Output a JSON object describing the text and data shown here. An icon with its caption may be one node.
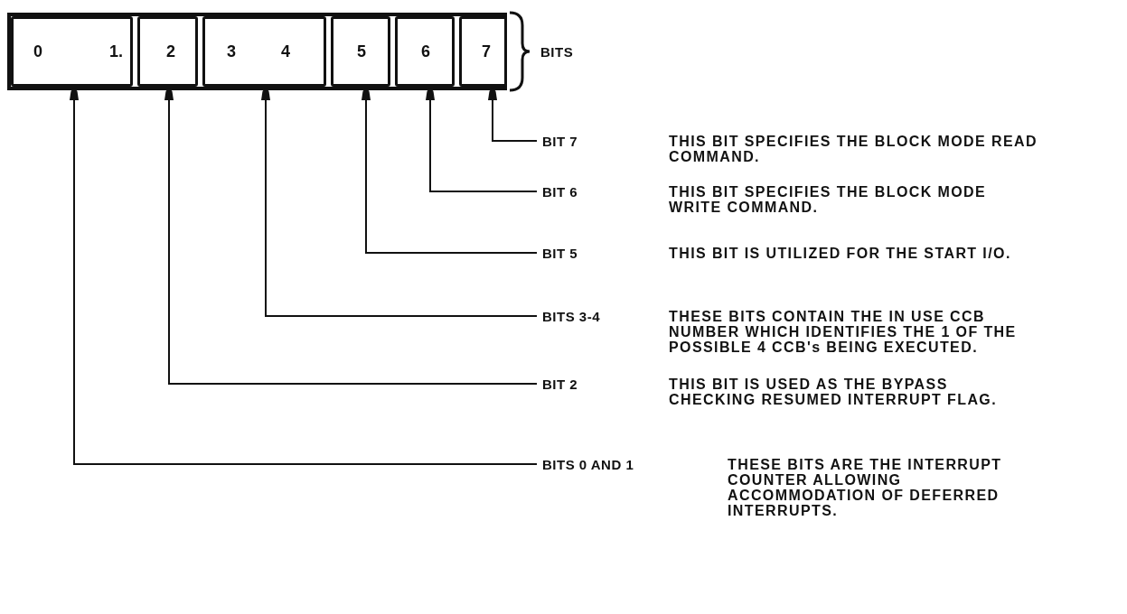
{
  "diagram": {
    "nodes": [
      {
        "text": [
          "0",
          "1."
        ]
      },
      {
        "text": [
          "2"
        ]
      },
      {
        "text": [
          "3",
          "4"
        ]
      },
      {
        "text": [
          "5"
        ]
      },
      {
        "text": [
          "6"
        ]
      },
      {
        "text": [
          "7"
        ]
      },
      {
        "text": [
          "BIT 7",
          "THIS BIT SPECIFIES THE BLOCK MODE READ COMMAND."
        ]
      },
      {
        "text": [
          "BIT 6",
          "THIS BIT SPECIFIES THE BLOCK MODE WRITE COMMAND."
        ]
      },
      {
        "text": [
          "BIT 5",
          "THIS BIT IS UTILIZED FOR THE START I/O."
        ]
      },
      {
        "text": [
          "BITS 3-4",
          "THESE BITS CONTAIN THE IN USE CCB NUMBER WHICH IDENTIFIES THE 1 OF THE POSSIBLE 4 CCB's BEING EXECUTED."
        ]
      },
      {
        "text": [
          "BIT 2",
          "THIS BIT IS USED AS THE BYPASS CHECKING RESUMED INTERRUPT FLAG."
        ]
      },
      {
        "text": [
          "BITS 0 AND 1",
          "THESE BITS ARE THE INTERRUPT COUNTER ALLOWING ACCOMMODATION OF DEFERRED INTERRUPTS."
        ]
      }
    ],
    "edges": [
      {
        "from": 6,
        "to": 5,
        "arrow": "to"
      },
      {
        "from": 7,
        "to": 4,
        "arrow": "to"
      },
      {
        "from": 8,
        "to": 3,
        "arrow": "to"
      },
      {
        "from": 9,
        "to": 2,
        "arrow": "to"
      },
      {
        "from": 10,
        "to": 1,
        "arrow": "to"
      },
      {
        "from": 11,
        "to": 0,
        "arrow": "to"
      }
    ],
    "labels": [
      "BITS"
    ]
  }
}
